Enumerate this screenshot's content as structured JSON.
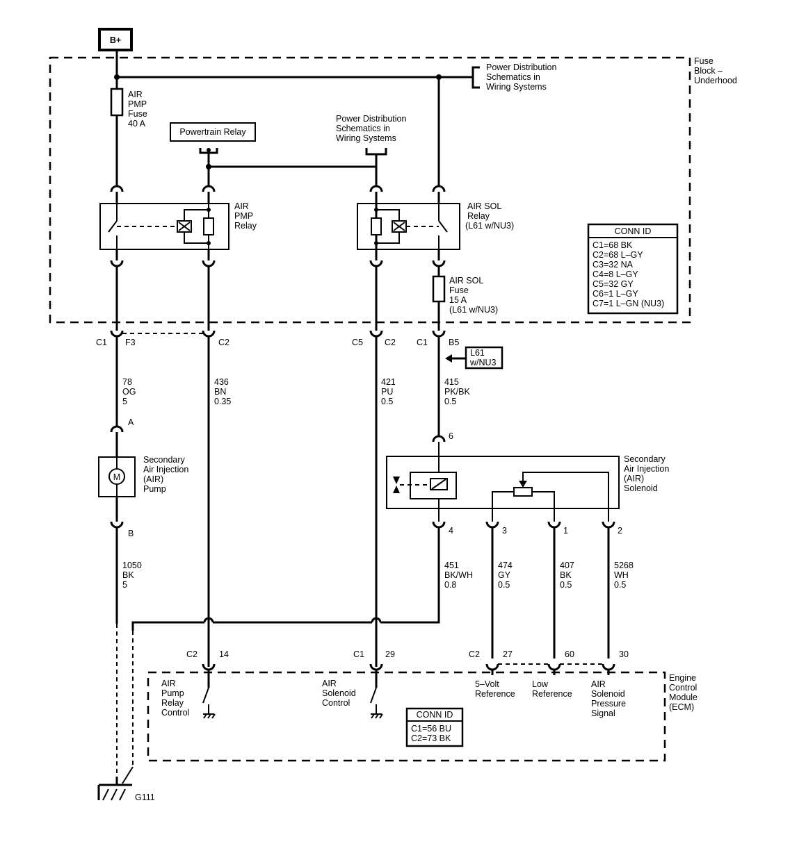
{
  "power_source": "B+",
  "fuse_block": {
    "line1": "Fuse",
    "line2": "Block –",
    "line3": "Underhood"
  },
  "ecm": {
    "line1": "Engine",
    "line2": "Control",
    "line3": "Module",
    "line4": "(ECM)"
  },
  "pd_top": {
    "line1": "Power Distribution",
    "line2": "Schematics in",
    "line3": "Wiring Systems"
  },
  "pd_mid": {
    "line1": "Power Distribution",
    "line2": "Schematics in",
    "line3": "Wiring Systems"
  },
  "powertrain_relay": "Powertrain Relay",
  "pmp_fuse": {
    "line1": "AIR",
    "line2": "PMP",
    "line3": "Fuse",
    "line4": "40 A"
  },
  "pmp_relay": {
    "line1": "AIR",
    "line2": "PMP",
    "line3": "Relay"
  },
  "sol_relay": {
    "line1": "AIR SOL",
    "line2": "Relay",
    "line3": "(L61 w/NU3)"
  },
  "sol_fuse": {
    "line1": "AIR SOL",
    "line2": "Fuse",
    "line3": "15 A",
    "line4": "(L61 w/NU3)"
  },
  "conn_id_top": {
    "title": "CONN ID",
    "rows": [
      "C1=68 BK",
      "C2=68 L–GY",
      "C3=32 NA",
      "C4=8 L–GY",
      "C5=32 GY",
      "C6=1 L–GY",
      "C7=1 L–GN (NU3)"
    ]
  },
  "conn_id_ecm": {
    "title": "CONN ID",
    "rows": [
      "C1=56 BU",
      "C2=73 BK"
    ]
  },
  "fb_connectors": {
    "c1": "C1",
    "f3": "F3",
    "c2": "C2",
    "c5": "C5",
    "c2b": "C2",
    "c1b": "C1",
    "b5": "B5"
  },
  "option_tag": {
    "line1": "L61",
    "line2": "w/NU3"
  },
  "wires": {
    "w78": {
      "num": "78",
      "color": "OG",
      "size": "5"
    },
    "w436": {
      "num": "436",
      "color": "BN",
      "size": "0.35"
    },
    "w421": {
      "num": "421",
      "color": "PU",
      "size": "0.5"
    },
    "w415": {
      "num": "415",
      "color": "PK/BK",
      "size": "0.5"
    },
    "w1050": {
      "num": "1050",
      "color": "BK",
      "size": "5"
    },
    "w451": {
      "num": "451",
      "color": "BK/WH",
      "size": "0.8"
    },
    "w474": {
      "num": "474",
      "color": "GY",
      "size": "0.5"
    },
    "w407": {
      "num": "407",
      "color": "BK",
      "size": "0.5"
    },
    "w5268": {
      "num": "5268",
      "color": "WH",
      "size": "0.5"
    }
  },
  "pump": {
    "pin_a": "A",
    "pin_b": "B",
    "symbol": "M",
    "line1": "Secondary",
    "line2": "Air Injection",
    "line3": "(AIR)",
    "line4": "Pump"
  },
  "solenoid": {
    "pin6": "6",
    "pin4": "4",
    "pin3": "3",
    "pin1": "1",
    "pin2": "2",
    "line1": "Secondary",
    "line2": "Air Injection",
    "line3": "(AIR)",
    "line4": "Solenoid"
  },
  "ecm_pins": {
    "c2a": "C2",
    "p14": "14",
    "c1": "C1",
    "p29": "29",
    "c2b": "C2",
    "p27": "27",
    "p60": "60",
    "p30": "30"
  },
  "ecm_labels": {
    "pump_ctrl": {
      "line1": "AIR",
      "line2": "Pump",
      "line3": "Relay",
      "line4": "Control"
    },
    "sol_ctrl": {
      "line1": "AIR",
      "line2": "Solenoid",
      "line3": "Control"
    },
    "five_volt": {
      "line1": "5–Volt",
      "line2": "Reference"
    },
    "low_ref": {
      "line1": "Low",
      "line2": "Reference"
    },
    "pressure": {
      "line1": "AIR",
      "line2": "Solenoid",
      "line3": "Pressure",
      "line4": "Signal"
    }
  },
  "ground": "G111"
}
